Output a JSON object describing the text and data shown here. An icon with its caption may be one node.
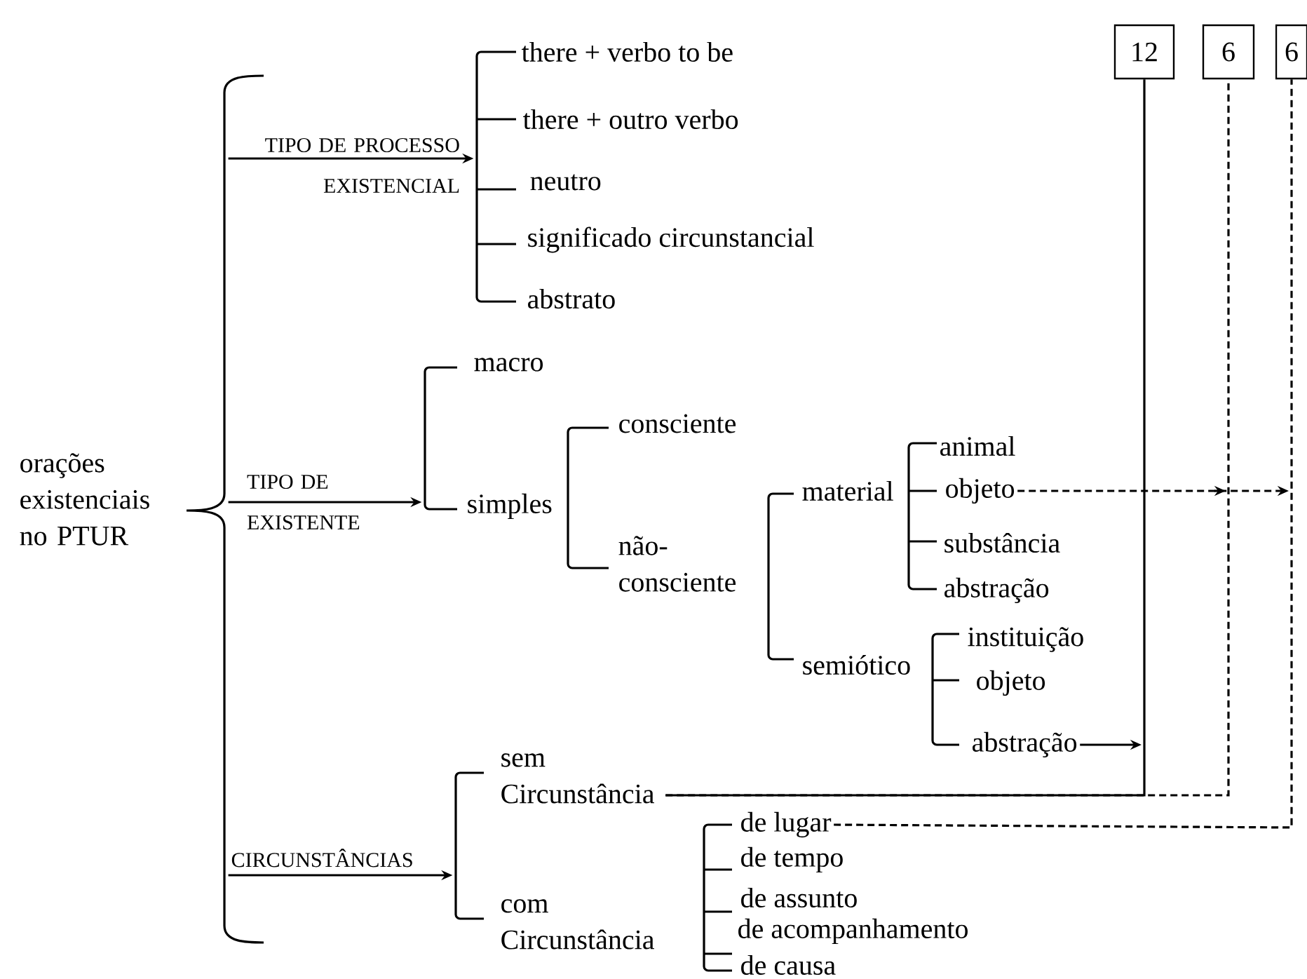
{
  "diagram": {
    "nodes": [
      {
        "text": [
          "orações existenciais no PTUR"
        ]
      },
      {
        "text": [],
        "shape": "bracket"
      },
      {
        "text": [],
        "shape": "bracket"
      },
      {
        "text": [
          "there + verbo to be"
        ]
      },
      {
        "text": [
          "there + outro verbo"
        ]
      },
      {
        "text": [
          "neutro"
        ]
      },
      {
        "text": [
          "significado circunstancial"
        ]
      },
      {
        "text": [
          "abstrato"
        ]
      },
      {
        "text": [],
        "shape": "bracket"
      },
      {
        "text": [
          "macro"
        ]
      },
      {
        "text": [
          "simples"
        ]
      },
      {
        "text": [
          "consciente"
        ]
      },
      {
        "text": [
          "não-consciente"
        ]
      },
      {
        "text": [
          "material"
        ]
      },
      {
        "text": [
          "animal"
        ]
      },
      {
        "text": [
          "objeto"
        ]
      },
      {
        "text": [
          "substância"
        ]
      },
      {
        "text": [
          "abstração"
        ]
      },
      {
        "text": [
          "semiótico"
        ]
      },
      {
        "text": [
          "instituição"
        ]
      },
      {
        "text": [
          "objeto"
        ]
      },
      {
        "text": [
          "abstração"
        ]
      },
      {
        "text": [],
        "shape": "bracket"
      },
      {
        "text": [
          "sem Circunstância"
        ]
      },
      {
        "text": [
          "com Circunstância"
        ]
      },
      {
        "text": [
          "de lugar"
        ]
      },
      {
        "text": [
          "de tempo"
        ]
      },
      {
        "text": [
          "de assunto"
        ]
      },
      {
        "text": [
          "de acompanhamento"
        ]
      },
      {
        "text": [
          "de causa"
        ]
      },
      {
        "text": [
          "12"
        ]
      },
      {
        "text": [
          "6"
        ]
      },
      {
        "text": [
          "6"
        ]
      }
    ],
    "edges": [
      {
        "from": 1,
        "to": 2,
        "arrow": "to",
        "label": "TIPO DE PROCESSO EXISTENCIAL"
      },
      {
        "from": 1,
        "to": 8,
        "arrow": "to",
        "label": "TIPO DE EXISTENTE"
      },
      {
        "from": 1,
        "to": 22,
        "arrow": "to",
        "label": "CIRCUNSTÂNCIAS"
      },
      {
        "from": 23,
        "to": 30,
        "arrow": "none"
      },
      {
        "from": 23,
        "to": 31,
        "arrow": "none",
        "style": "dashed"
      },
      {
        "from": 25,
        "to": 32,
        "arrow": "none",
        "style": "dashed"
      },
      {
        "from": 15,
        "to": null,
        "arrow": "to",
        "style": "dashed"
      },
      {
        "from": 21,
        "to": null,
        "arrow": "to"
      }
    ]
  }
}
